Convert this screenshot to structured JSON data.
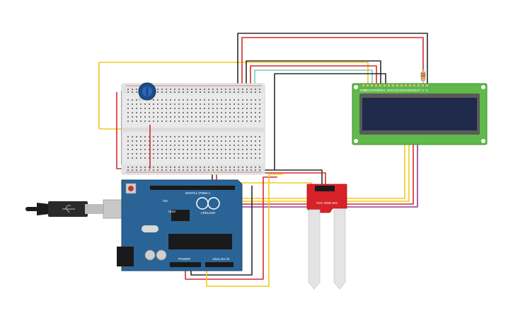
{
  "canvas": {
    "background": "#ffffff"
  },
  "wire_colors": {
    "red": "#d32b2b",
    "black": "#2b2b2b",
    "yellow": "#f2c81f",
    "teal": "#7fc6c6",
    "purple": "#8e3a8e",
    "orange": "#e0822e"
  },
  "components": {
    "breadboard": {
      "name": "breadboard",
      "color": "#e9e9e9"
    },
    "potentiometer": {
      "name": "potentiometer",
      "color": "#1d4c8c"
    },
    "lcd": {
      "name": "16x2 LCD",
      "board_color": "#5fb94b",
      "screen_color": "#1f2a4a",
      "pin_labels": [
        "GND",
        "VCC",
        "V0",
        "RS",
        "RW",
        "E",
        "D0",
        "D1",
        "D2",
        "D3",
        "D4",
        "D5",
        "D6",
        "D7",
        "A",
        "K"
      ]
    },
    "resistor": {
      "name": "resistor"
    },
    "arduino": {
      "name": "Arduino Uno",
      "board_color": "#2a6496",
      "logo_text": "ARDUINO",
      "brand_text": "UNO",
      "header_digital": "DIGITAL (PWM~)",
      "header_power": "POWER",
      "header_analog": "ANALOG IN",
      "on_led": "ON"
    },
    "usb_cable": {
      "name": "USB cable"
    },
    "moisture_module": {
      "name": "soil moisture module",
      "color": "#d8222a",
      "pin_labels": [
        "VCC",
        "GND",
        "SIG"
      ]
    },
    "moisture_probe": {
      "name": "soil moisture probe",
      "color": "#e4e4e4"
    }
  }
}
